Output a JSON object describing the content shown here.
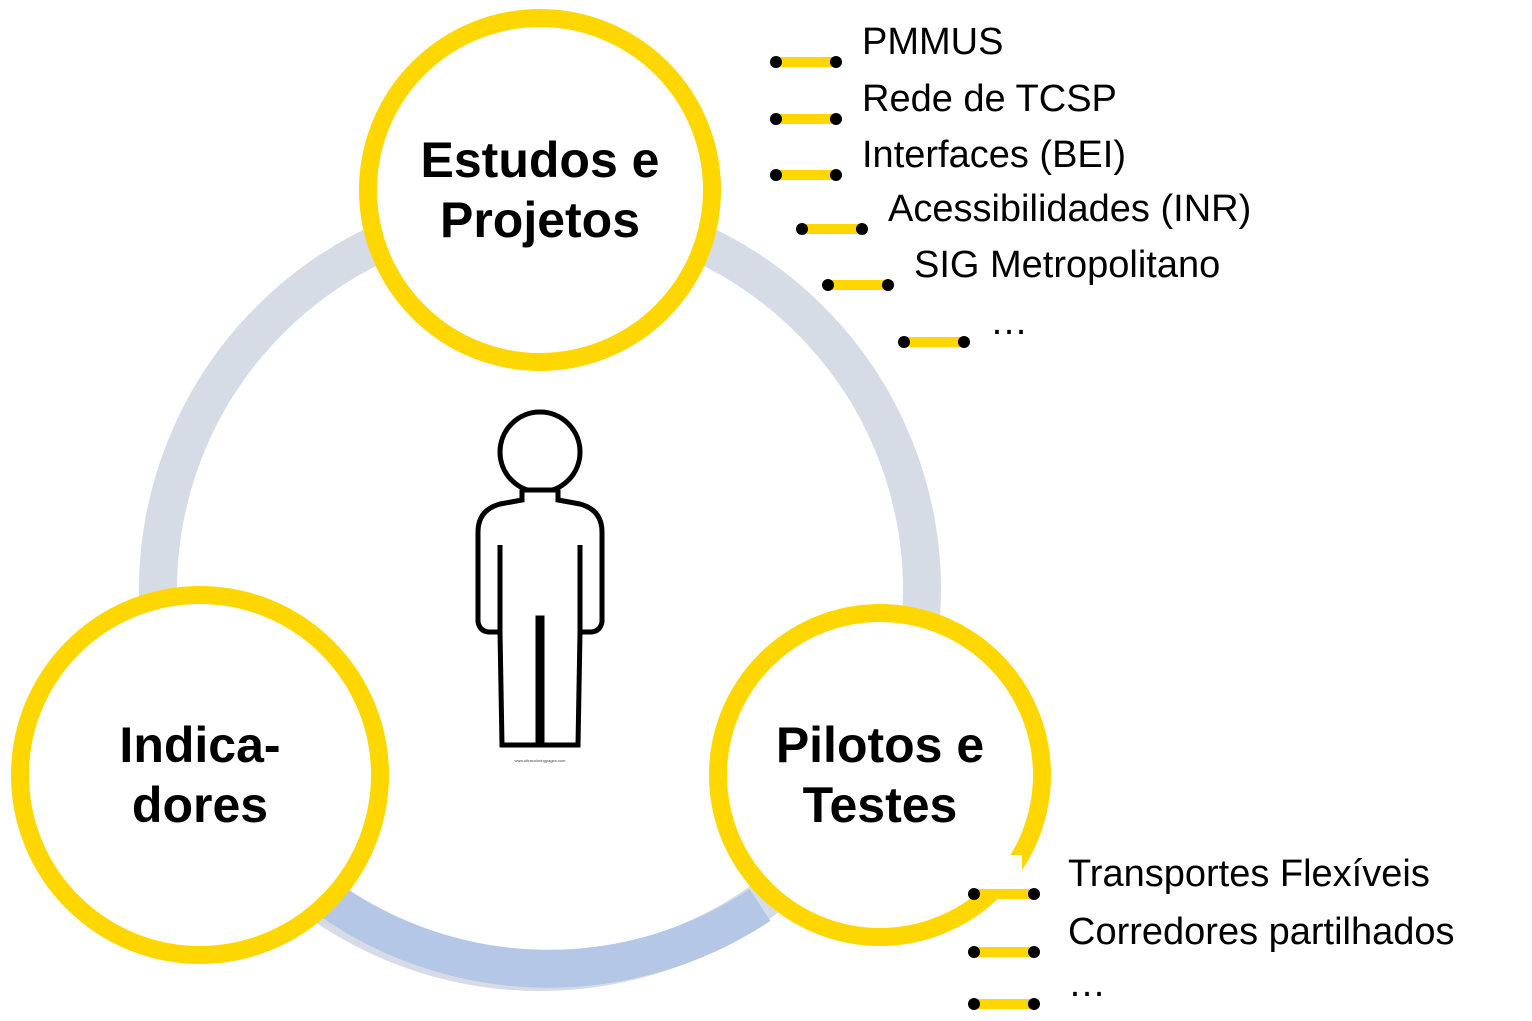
{
  "nodes": {
    "studies": {
      "line1": "Estudos e",
      "line2": "Projetos"
    },
    "indicators": {
      "line1": "Indica-",
      "line2": "dores"
    },
    "pilots": {
      "line1": "Pilotos e",
      "line2": "Testes"
    }
  },
  "studies_list": [
    "PMMUS",
    "Rede de TCSP",
    "Interfaces (BEI)",
    "Acessibilidades (INR)",
    "SIG Metropolitano",
    "…"
  ],
  "pilots_list": [
    "Transportes Flexíveis",
    "Corredores partilhados",
    "…"
  ],
  "colors": {
    "ring": "#d6dce6",
    "ring_bottom": "#b4c7e7",
    "node_border": "#ffd700",
    "bullet_bar": "#ffd700",
    "bullet_dot": "#000000",
    "text": "#000000"
  },
  "icons": {
    "center": "person-icon",
    "bullet": "connector-bullet-icon"
  }
}
